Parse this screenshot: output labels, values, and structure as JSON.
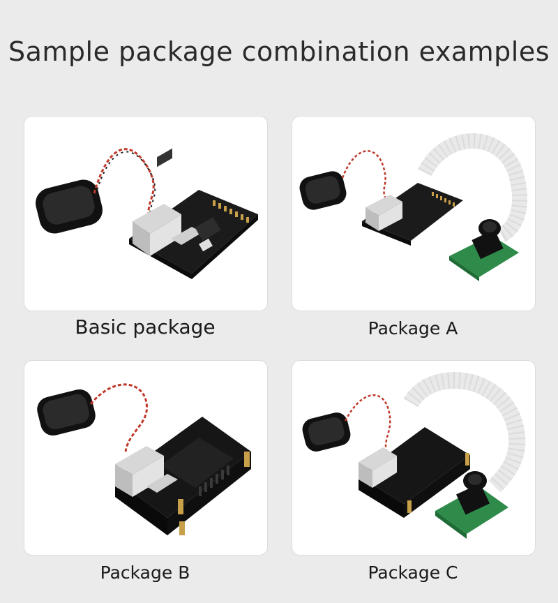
{
  "page": {
    "title": "Sample package combination examples"
  },
  "packages": [
    {
      "caption": "Basic package",
      "components": [
        "speaker",
        "board"
      ]
    },
    {
      "caption": "Package A",
      "components": [
        "speaker",
        "board",
        "camera"
      ]
    },
    {
      "caption": "Package B",
      "components": [
        "speaker",
        "board-with-case"
      ]
    },
    {
      "caption": "Package C",
      "components": [
        "speaker",
        "board-with-case",
        "camera"
      ]
    }
  ],
  "colors": {
    "background": "#ebebeb",
    "card": "#ffffff",
    "pcb": "#1b1b1b",
    "camera_board": "#2e8b4a",
    "ribbon_cable": "#e9e9e9",
    "wire_red": "#c0392b"
  }
}
